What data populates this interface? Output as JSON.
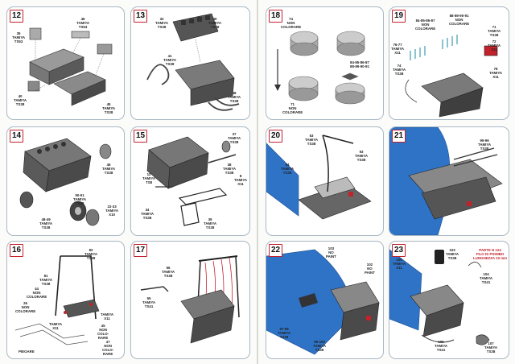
{
  "steps": [
    {
      "number": "12",
      "labels": {
        "a": "35\nTAMIYA\nTS53",
        "b": "46\nTAMIYA\nTS53",
        "c": "40\nTAMIYA\nTS38",
        "d": "45\nTAMIYA\nTS38"
      }
    },
    {
      "number": "13",
      "labels": {
        "a": "32\nTAMIYA\nTS38",
        "b": "40\nTAMIYA\nTS38",
        "c": "41\nTAMIYA\nTS38",
        "d": "48\nTAMIYA\nTS38"
      }
    },
    {
      "number": "14",
      "labels": {
        "a": "45\nTAMIYA\nTS38",
        "b": "50-51\nTAMIYA\nTS38",
        "c": "48-49\nTAMIYA\nTS38",
        "d": "22-33\nTAMIYA\nX10"
      }
    },
    {
      "number": "15",
      "labels": {
        "a": "37\nTAMIYA\nTS38",
        "b": "38\nTAMIYA\nTS38",
        "c": "12\nTAMIYA\nTS8",
        "d": "34\nTAMIYA\nTS38",
        "e": "39\nTAMIYA\nTS38",
        "f": "8\nTAMIYA\nX11"
      }
    },
    {
      "number": "16",
      "labels": {
        "a": "82\nTAMIYA\nTS38",
        "b": "81\nTAMIYA\nTS38",
        "c": "44\nNON\nCOLORARE",
        "d": "26\nNON\nCOLORARE",
        "e": "TAMIYA\nX11",
        "f": "TAMIYA\nX11",
        "g": "45\nNON\nCOLO-\nRARE",
        "h": "47\nNON\nCOLO-\nRARE"
      },
      "footer": "PIEGARE"
    },
    {
      "number": "17",
      "labels": {
        "a": "56\nTAMIYA\nTS38",
        "b": "55\nTAMIYA\nTS41"
      }
    },
    {
      "number": "18",
      "labels": {
        "a": "74\nNON\nCOLORARE",
        "b": "84-85-86-87\n88-89-90-91",
        "c": "71\nNON\nCOLORARE"
      }
    },
    {
      "number": "19",
      "labels": {
        "a": "84-85-86-87\nNON\nCOLORARE",
        "b": "88-89-90-91\nNON\nCOLORARE",
        "c": "71\nTAMIYA\nTS38",
        "d": "76-77\nTAMIYA\nX11",
        "e": "74\nTAMIYA\nTS38",
        "f": "72\nTAMIYA\nX11",
        "g": "78\nTAMIYA\nX11"
      }
    },
    {
      "number": "20",
      "labels": {
        "a": "53\nTAMIYA\nTS38",
        "b": "94\nTAMIYA\nTS38",
        "c": "93\nTAMIYA\nTS38"
      }
    },
    {
      "number": "21",
      "labels": {
        "a": "95-96\nTAMIYA\nTS38"
      }
    },
    {
      "number": "22",
      "labels": {
        "a": "103\nNO\nPAINT",
        "b": "102\nNO\nPAINT",
        "c": "97-98\nTAMIYA\nTS38",
        "d": "99-100\nTAMIYA\nTS38"
      }
    },
    {
      "number": "23",
      "labels": {
        "a": "103\nTAMIYA\nTS38",
        "b": "106\nTAMIYA\nX11",
        "c": "104\nTAMIYA\nTS41",
        "d": "105\nTAMIYA\nTS41",
        "e": "107\nTAMIYA\nTS38"
      },
      "note": "PARTE N 124\nFILO DI PIOMBO\nLUNGHEZZA 10 mm"
    }
  ],
  "colors": {
    "accent": "#c2222b",
    "blue_body": "#2f73c7",
    "panel_border": "#a9b8c4"
  }
}
